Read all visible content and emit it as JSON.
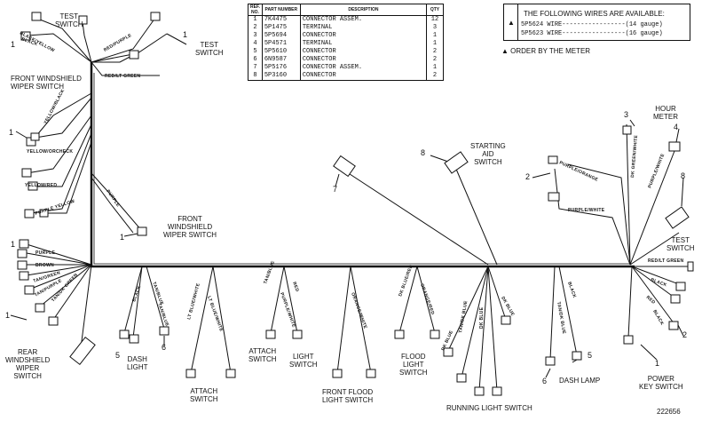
{
  "parts_table": {
    "headers": {
      "ref": "REF. NO.",
      "part": "PART NUMBER",
      "desc": "DESCRIPTION",
      "qty": "QTY"
    },
    "rows": [
      {
        "ref": "1",
        "part": "7K4475",
        "desc": "CONNECTOR ASSEM.",
        "qty": "12"
      },
      {
        "ref": "2",
        "part": "5P1475",
        "desc": "TERMINAL",
        "qty": "3"
      },
      {
        "ref": "3",
        "part": "5P5694",
        "desc": "CONNECTOR",
        "qty": "1"
      },
      {
        "ref": "4",
        "part": "5P4571",
        "desc": "TERMINAL",
        "qty": "1"
      },
      {
        "ref": "5",
        "part": "5P5610",
        "desc": "CONNECTOR",
        "qty": "2"
      },
      {
        "ref": "6",
        "part": "6N9587",
        "desc": "CONNECTOR",
        "qty": "2"
      },
      {
        "ref": "7",
        "part": "5P5176",
        "desc": "CONNECTOR ASSEM.",
        "qty": "1"
      },
      {
        "ref": "8",
        "part": "5P3160",
        "desc": "CONNECTOR",
        "qty": "2"
      }
    ]
  },
  "wires_available": {
    "marker": "▲",
    "header": "THE FOLLOWING WIRES ARE AVAILABLE:",
    "rows": [
      {
        "part": "5P5624",
        "desc": "WIRE",
        "gauge": "(14 gauge)"
      },
      {
        "part": "5P5623",
        "desc": "WIRE",
        "gauge": "(16 gauge)"
      }
    ]
  },
  "order_note": "▲ ORDER BY THE METER",
  "component_labels": {
    "test_switch_tl": "TEST\nSWITCH",
    "test_switch_top": "TEST\nSWITCH",
    "front_windshield_wiper_left": "FRONT WINDSHIELD\nWIPER SWITCH",
    "front_windshield_wiper_mid": "FRONT\nWINDSHIELD\nWIPER SWITCH",
    "starting_aid": "STARTING\nAID\nSWITCH",
    "hour_meter": "HOUR\nMETER",
    "test_switch_right": "TEST\nSWITCH",
    "rear_windshield_wiper": "REAR\nWINDSHIELD\nWIPER\nSWITCH",
    "dash_light": "DASH\nLIGHT",
    "attach_switch_1": "ATTACH\nSWITCH",
    "attach_switch_2": "ATTACH\nSWITCH",
    "light_switch": "LIGHT\nSWITCH",
    "front_flood_light": "FRONT FLOOD\nLIGHT SWITCH",
    "flood_light": "FLOOD\nLIGHT\nSWITCH",
    "running_light": "RUNNING LIGHT SWITCH",
    "dash_lamp": "DASH LAMP",
    "power_key": "POWER\nKEY SWITCH"
  },
  "wire_colors": [
    "BLACK/YELLOW",
    "BLACK",
    "RED/PURPLE",
    "RED/LT GREEN",
    "YELLOW/BLACK",
    "YELLOW/ORCHECK",
    "YELLOW/RED",
    "PURPLE YELLOW",
    "PURPLE",
    "PURPLE",
    "BROWN",
    "TAN/GREEN",
    "TAN/PURPLE",
    "TAN/DK GREEN",
    "TAN/BLUE",
    "BLACK",
    "TAN/BLUE",
    "LT BLUE/WHITE",
    "LT BLUE/WHITE",
    "TAN/BLUE",
    "RED",
    "PURPLE/WHITE",
    "ORANGE/WHITE",
    "DK BLUE/RED",
    "ORANGE/RED",
    "DK BLUE",
    "DK BLUE",
    "TAN/DK BLUE",
    "DK BLUE",
    "TAN/DK BLUE",
    "BLACK",
    "PURPLE/ORANGE",
    "PURPLE/WHITE",
    "DK GREEN/WHITE",
    "PURPLE/WHITE",
    "RED/LT GREEN",
    "BLACK",
    "RED",
    "BLACK"
  ],
  "figure_number": "222656"
}
